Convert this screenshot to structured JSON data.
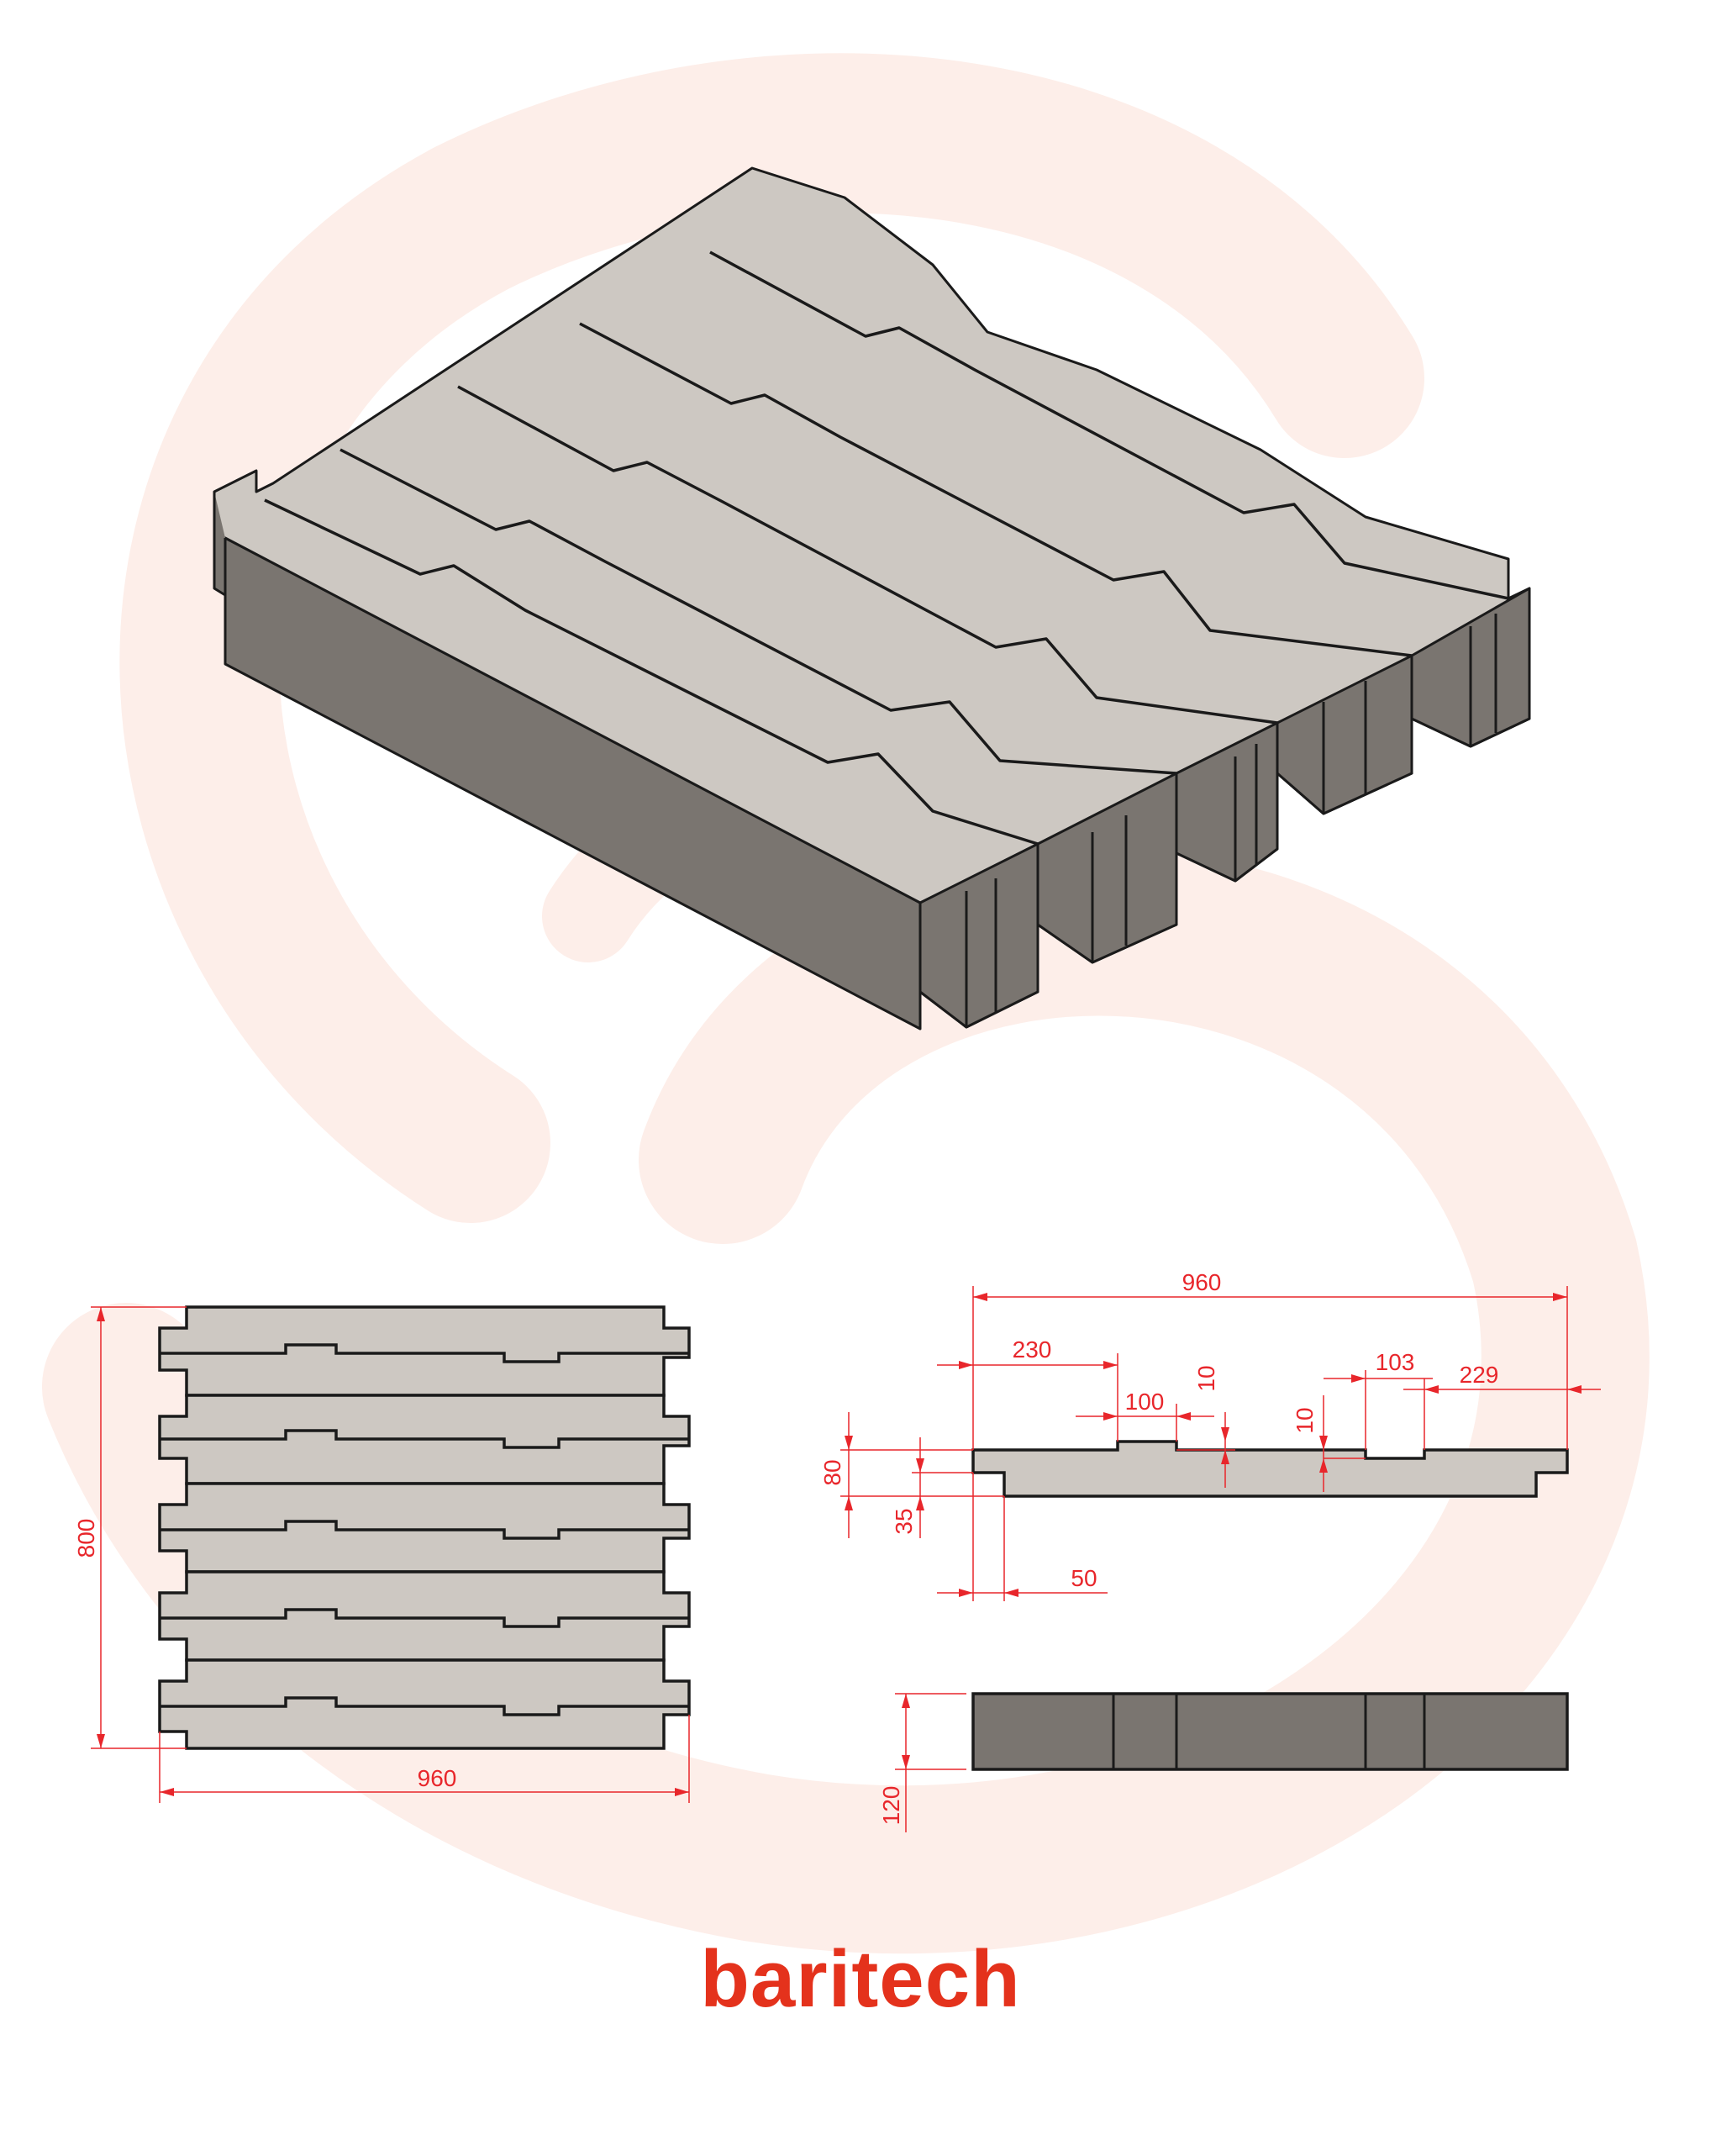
{
  "colors": {
    "dimension": "#e8262b",
    "face_top": "#cdc8c2",
    "face_side": "#7a7570",
    "outline": "#1a1a1a",
    "watermark": "#fdeee9",
    "brand": "#e4321c"
  },
  "brand": {
    "name": "baritech"
  },
  "plan_view": {
    "width_label": "960",
    "height_label": "800"
  },
  "profile_view": {
    "overall_label": "960",
    "left_notch_label": "230",
    "notch_width_label": "100",
    "notch_depth_left_label": "10",
    "right_notch_label": "103",
    "notch_depth_right_label": "10",
    "right_offset_label": "229",
    "height_label": "80",
    "step_label": "35",
    "step_width_label": "50"
  },
  "side_view": {
    "height_label": "120"
  }
}
